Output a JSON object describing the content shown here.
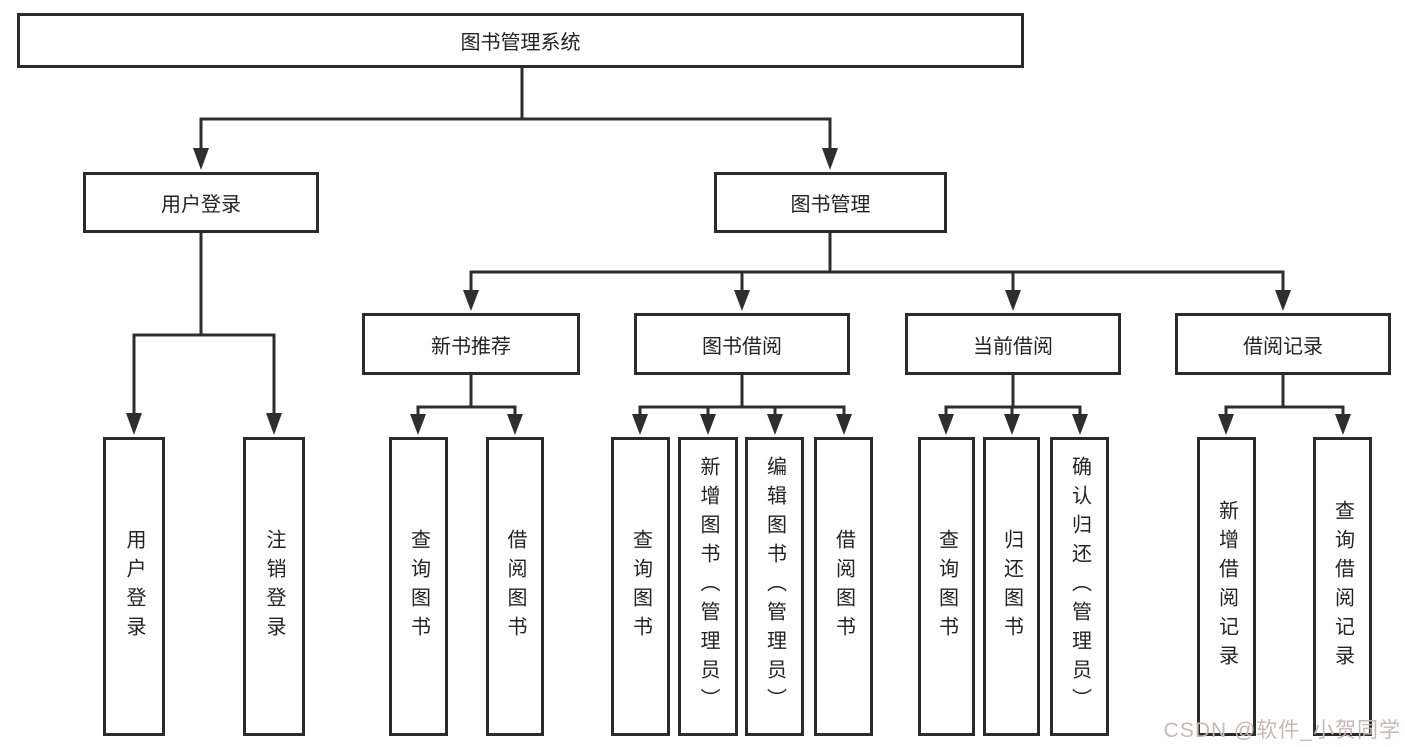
{
  "diagram": {
    "root": {
      "label": "图书管理系统"
    },
    "branches": [
      {
        "label": "用户登录",
        "children": [
          {
            "label": "用户登录"
          },
          {
            "label": "注销登录"
          }
        ]
      },
      {
        "label": "图书管理",
        "children": [
          {
            "label": "新书推荐",
            "children": [
              {
                "label": "查询图书"
              },
              {
                "label": "借阅图书"
              }
            ]
          },
          {
            "label": "图书借阅",
            "children": [
              {
                "label": "查询图书"
              },
              {
                "label": "新增图书（管理员）"
              },
              {
                "label": "编辑图书（管理员）"
              },
              {
                "label": "借阅图书"
              }
            ]
          },
          {
            "label": "当前借阅",
            "children": [
              {
                "label": "查询图书"
              },
              {
                "label": "归还图书"
              },
              {
                "label": "确认归还（管理员）"
              }
            ]
          },
          {
            "label": "借阅记录",
            "children": [
              {
                "label": "新增借阅记录"
              },
              {
                "label": "查询借阅记录"
              }
            ]
          }
        ]
      }
    ]
  },
  "colors": {
    "line": "#2e2e2e",
    "box_border": "#2b2b2b",
    "text": "#232323",
    "background": "#ffffff",
    "watermark": "#c8b6b9"
  },
  "watermark": {
    "text": "CSDN @软件_小贺同学"
  }
}
